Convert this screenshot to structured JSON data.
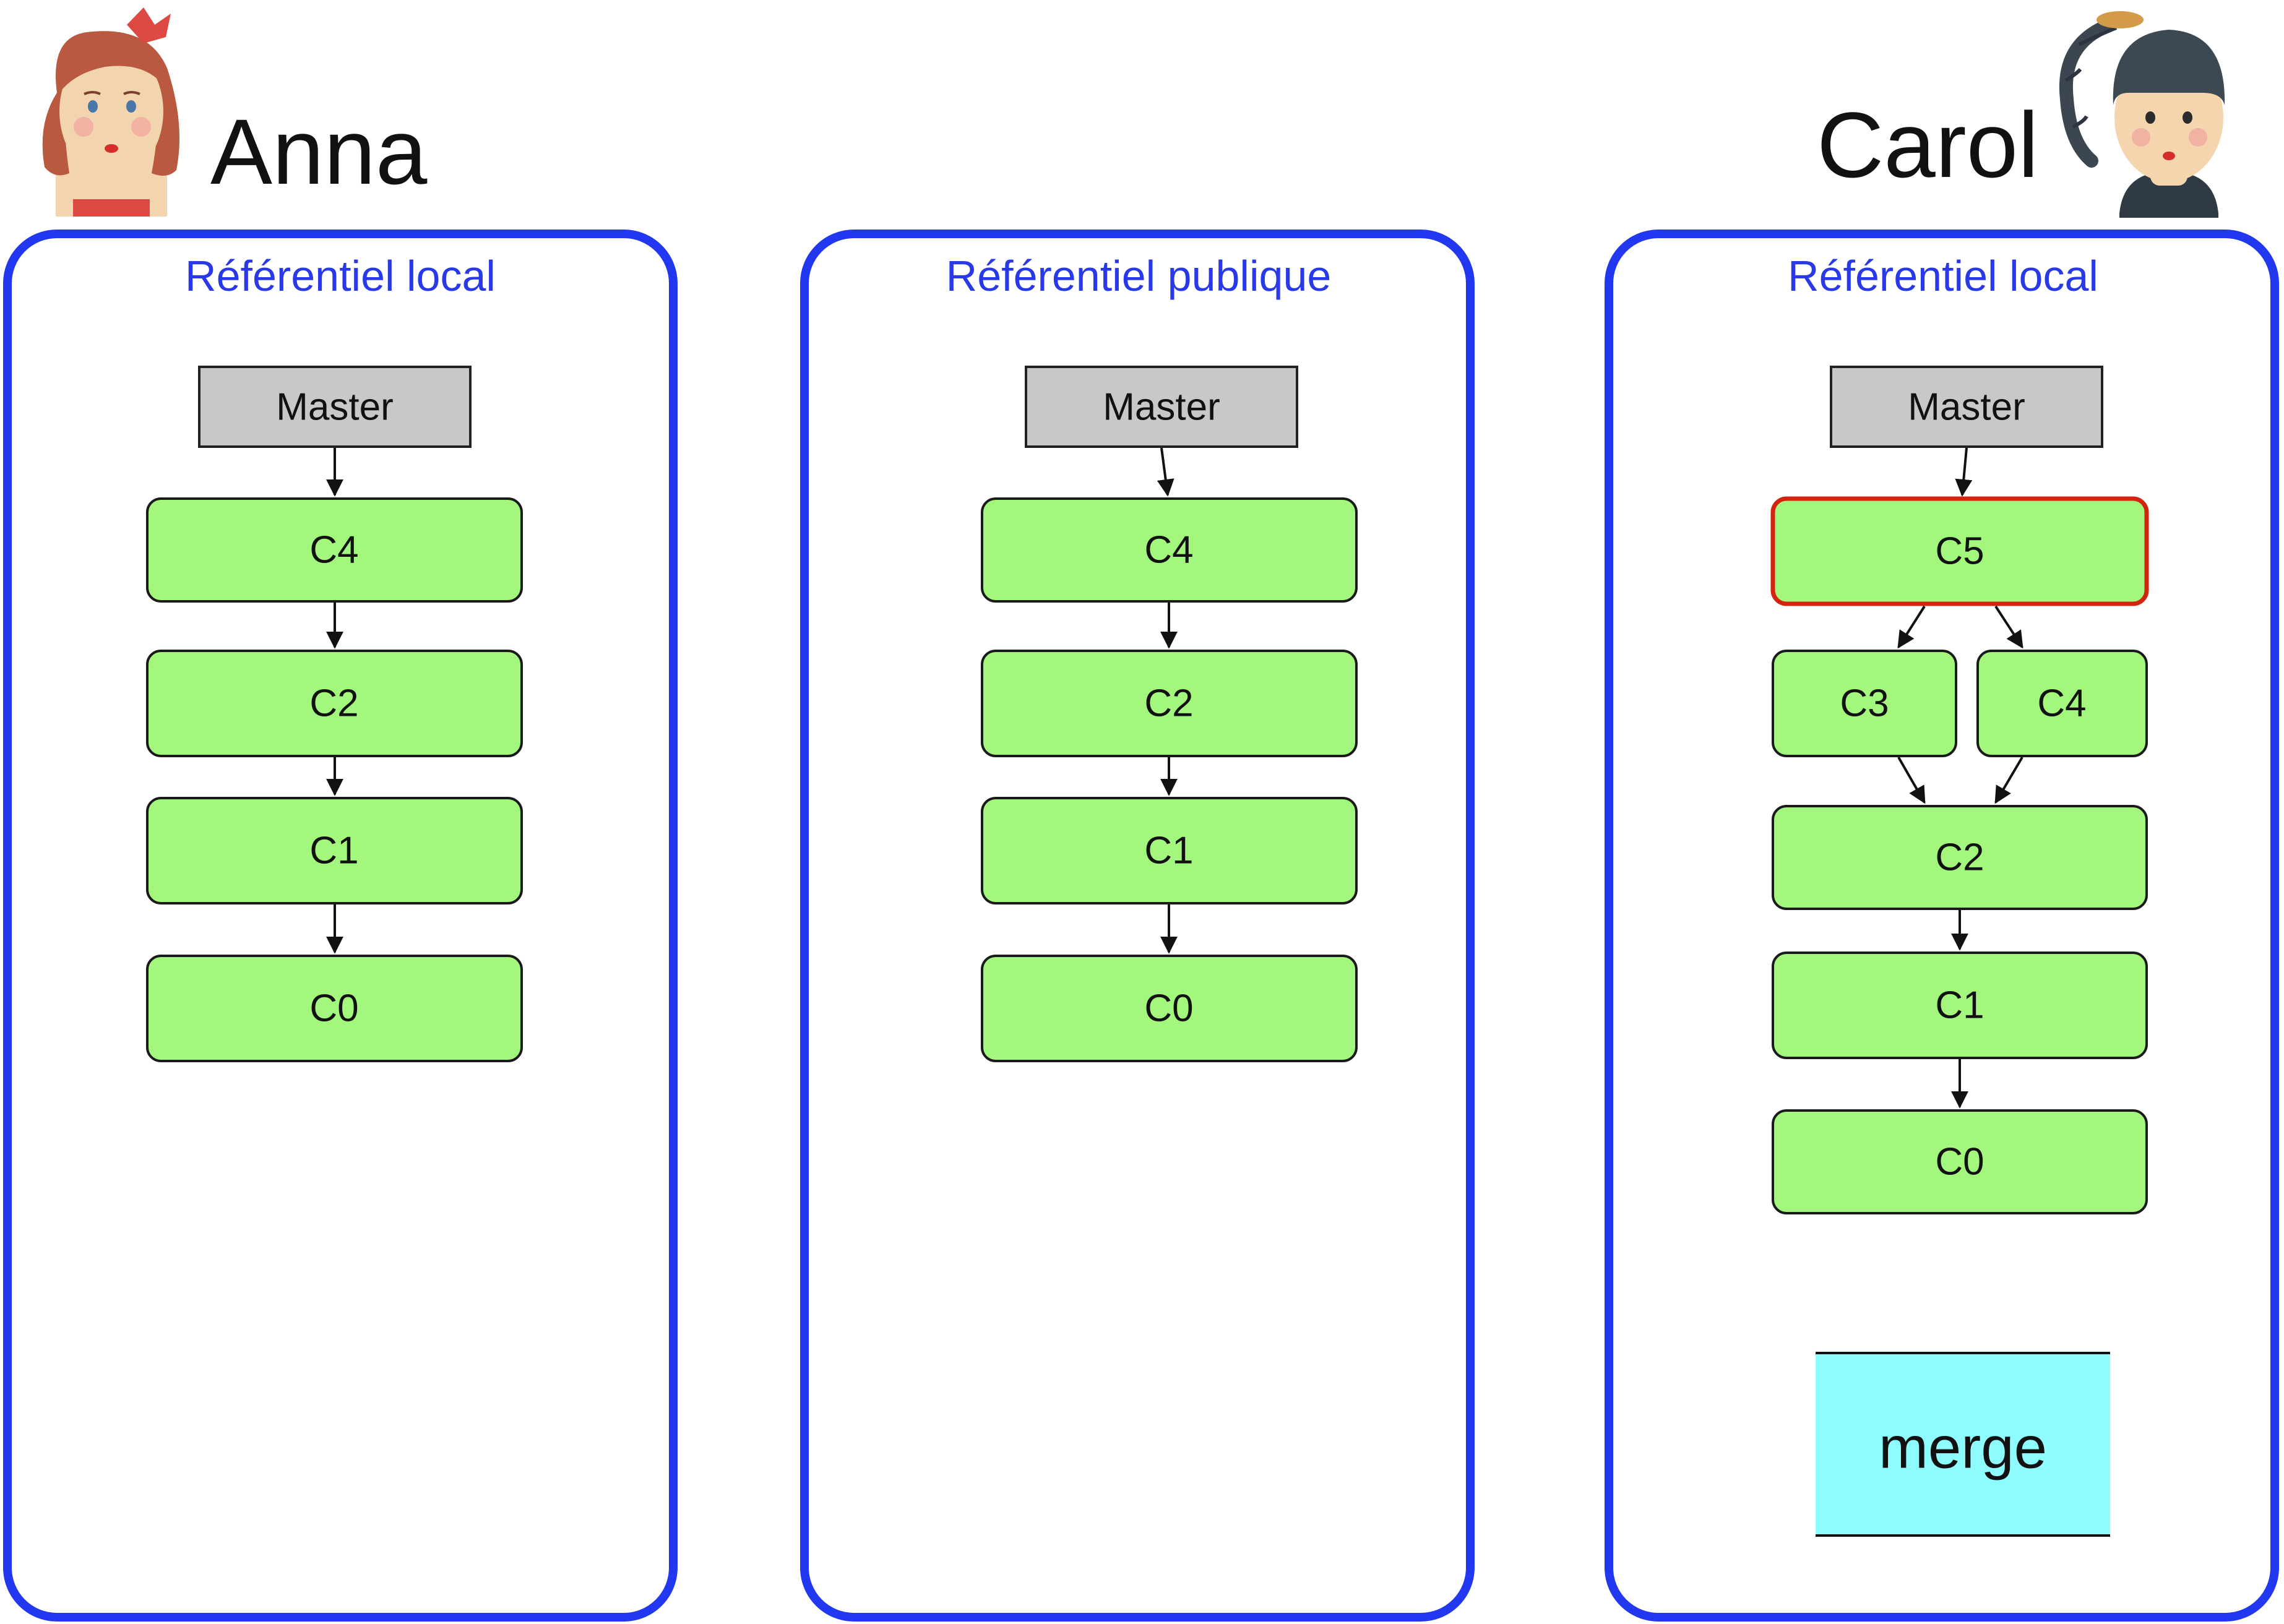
{
  "people": {
    "left": {
      "name": "Anna",
      "avatar_icon": "woman-red-hair-avatar-icon"
    },
    "right": {
      "name": "Carol",
      "avatar_icon": "woman-dark-ponytail-avatar-icon"
    }
  },
  "panels": {
    "anna_local": {
      "title": "Référentiel local",
      "master": "Master",
      "commits": {
        "c4": "C4",
        "c2": "C2",
        "c1": "C1",
        "c0": "C0"
      }
    },
    "public": {
      "title": "Référentiel publique",
      "master": "Master",
      "commits": {
        "c4": "C4",
        "c2": "C2",
        "c1": "C1",
        "c0": "C0"
      }
    },
    "carol_local": {
      "title": "Référentiel local",
      "master": "Master",
      "commits": {
        "c5": "C5",
        "c3": "C3",
        "c4": "C4",
        "c2": "C2",
        "c1": "C1",
        "c0": "C0"
      },
      "highlighted_commit": "C5",
      "action": "merge"
    }
  },
  "colors": {
    "panel_border": "#2137f0",
    "panel_title": "#2a39e8",
    "commit_fill": "#a3f77d",
    "master_fill": "#c8c8c8",
    "highlight_border": "#d2240f",
    "merge_fill": "#8efcff"
  }
}
